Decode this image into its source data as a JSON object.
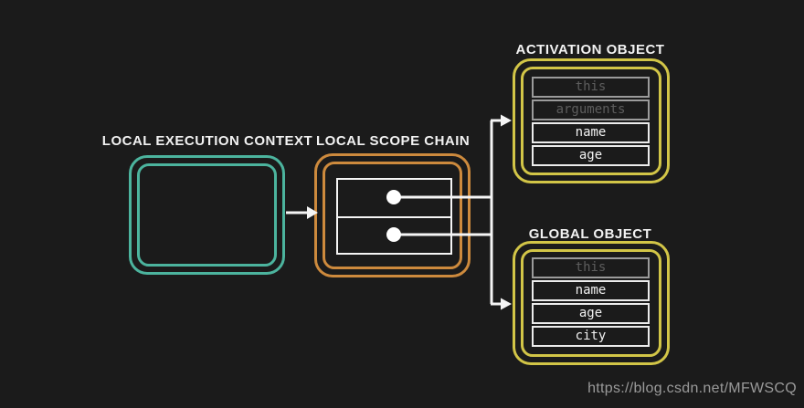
{
  "colors": {
    "bg": "#1b1b1b",
    "teal": "#4cb49e",
    "orange": "#cd8a3d",
    "yellow": "#d2c547",
    "line": "#f5f5f5",
    "text": "#f2f2f2",
    "muted_text": "#5d5d5d",
    "muted_border": "#9b9b9b",
    "row_border": "#ececec",
    "watermark": "#9a9a9a"
  },
  "diagram": {
    "local_execution_context": {
      "label": "LOCAL EXECUTION CONTEXT"
    },
    "local_scope_chain": {
      "label": "LOCAL SCOPE CHAIN",
      "slot_count": 2
    },
    "activation_object": {
      "label": "ACTIVATION OBJECT",
      "rows": [
        {
          "label": "this",
          "muted": true
        },
        {
          "label": "arguments",
          "muted": true
        },
        {
          "label": "name",
          "muted": false
        },
        {
          "label": "age",
          "muted": false
        }
      ]
    },
    "global_object": {
      "label": "GLOBAL OBJECT",
      "rows": [
        {
          "label": "this",
          "muted": true
        },
        {
          "label": "name",
          "muted": false
        },
        {
          "label": "age",
          "muted": false
        },
        {
          "label": "city",
          "muted": false
        }
      ]
    }
  },
  "watermark": {
    "text": "https://blog.csdn.net/MFWSCQ"
  }
}
